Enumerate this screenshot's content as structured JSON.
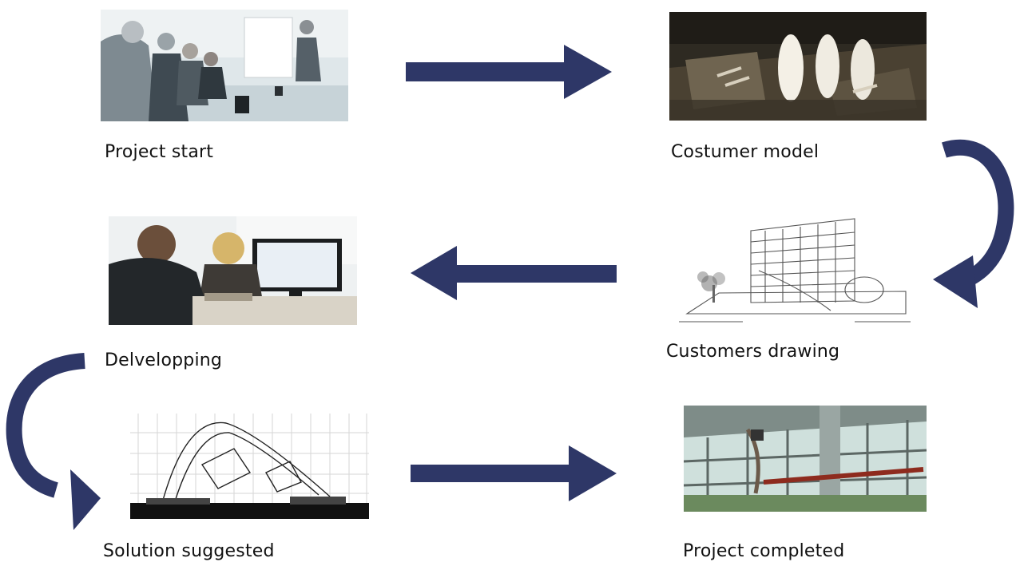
{
  "steps": [
    {
      "id": "project-start",
      "label": "Project start"
    },
    {
      "id": "costumer-model",
      "label": "Costumer model"
    },
    {
      "id": "customers-drawing",
      "label": "Customers drawing"
    },
    {
      "id": "delvelopping",
      "label": "Delvelopping"
    },
    {
      "id": "solution-suggested",
      "label": "Solution suggested"
    },
    {
      "id": "project-completed",
      "label": "Project completed"
    }
  ],
  "colors": {
    "arrow": "#2e3767",
    "text": "#111111",
    "background": "#ffffff"
  }
}
